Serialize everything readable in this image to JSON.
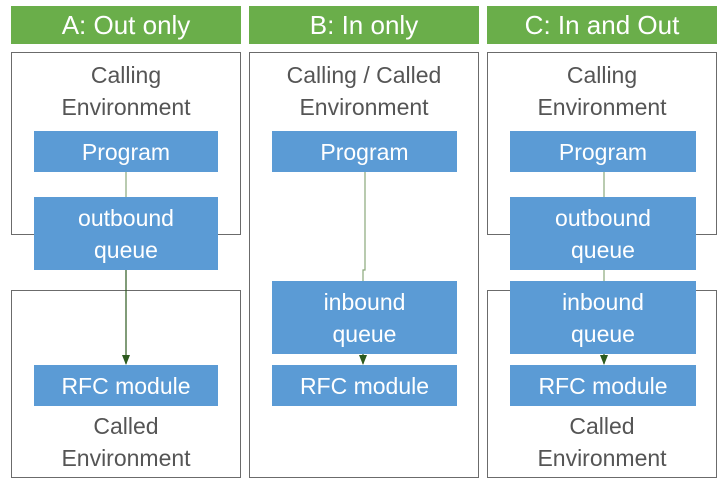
{
  "headers": {
    "a": "A: Out only",
    "b": "B: In only",
    "c": "C: In and Out"
  },
  "panel_a": {
    "top_env": "Calling\nEnvironment",
    "program": "Program",
    "outbound_queue": "outbound\nqueue",
    "rfc_module": "RFC module",
    "bottom_env": "Called\nEnvironment"
  },
  "panel_b": {
    "env": "Calling / Called\nEnvironment",
    "program": "Program",
    "inbound_queue": "inbound\nqueue",
    "rfc_module": "RFC module"
  },
  "panel_c": {
    "top_env": "Calling\nEnvironment",
    "program": "Program",
    "outbound_queue": "outbound\nqueue",
    "inbound_queue": "inbound\nqueue",
    "rfc_module": "RFC module",
    "bottom_env": "Called\nEnvironment"
  },
  "colors": {
    "header_green": "#6aae4a",
    "block_blue": "#5b9bd5",
    "connector": "#2d5a1e"
  }
}
